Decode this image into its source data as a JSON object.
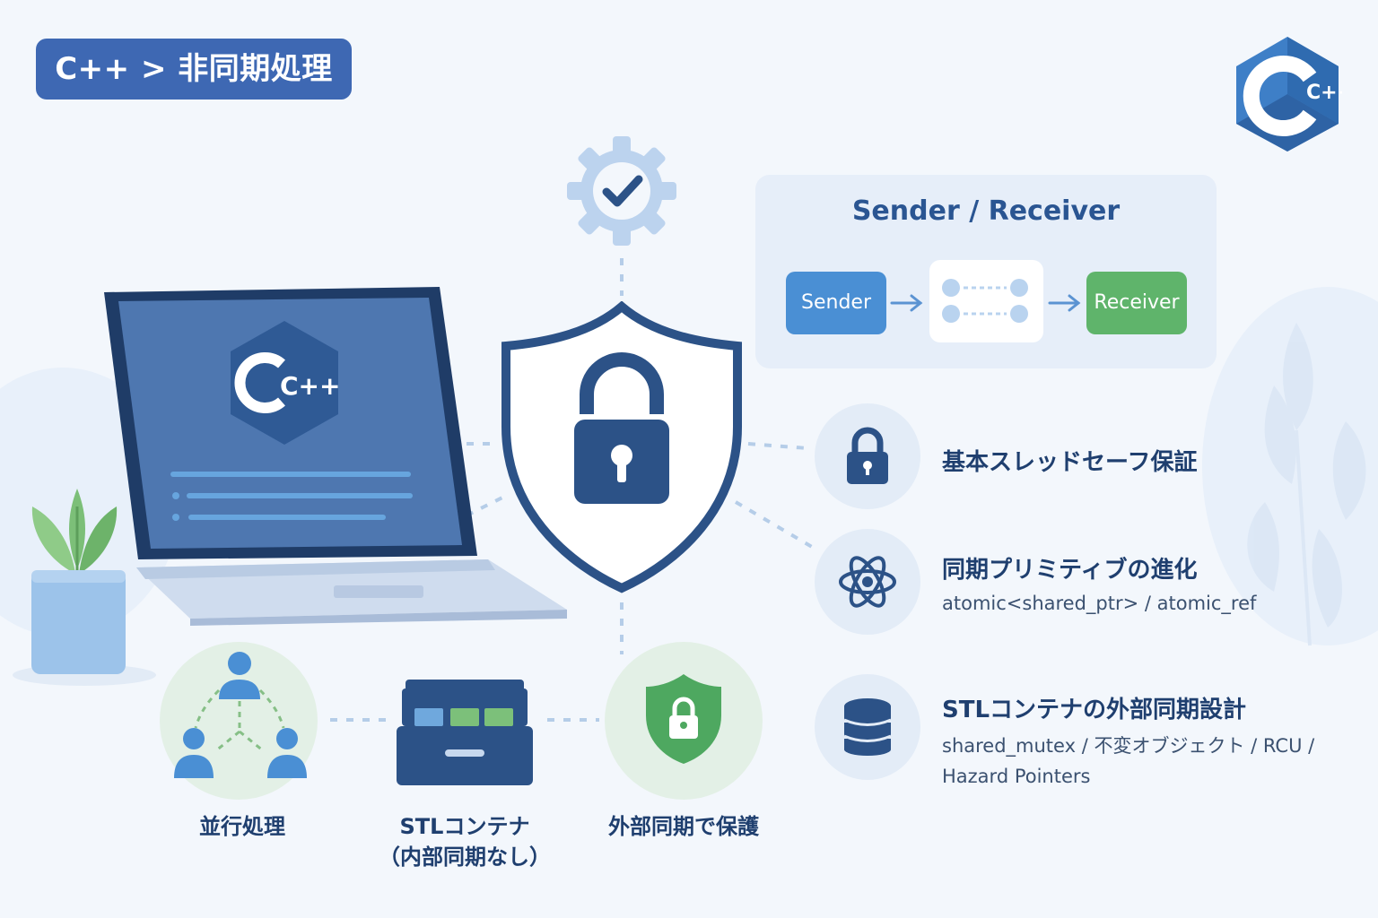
{
  "breadcrumb": "C++ > 非同期処理",
  "logo": {
    "text": "C++",
    "icon": "cpp-logo-hexagon"
  },
  "laptop": {
    "screen_logo": "C++"
  },
  "sender_receiver": {
    "title": "Sender / Receiver",
    "sender_label": "Sender",
    "receiver_label": "Receiver"
  },
  "features": [
    {
      "title": "基本スレッドセーフ保証",
      "subtitle": "",
      "icon": "lock-icon"
    },
    {
      "title": "同期プリミティブの進化",
      "subtitle": "atomic<shared_ptr> / atomic_ref",
      "icon": "atom-icon"
    },
    {
      "title": "STLコンテナの外部同期設計",
      "subtitle": "shared_mutex / 不変オブジェクト / RCU /",
      "subtitle2": "Hazard Pointers",
      "icon": "database-icon"
    }
  ],
  "bottom": [
    {
      "label": "並行処理",
      "icon": "people-network-icon"
    },
    {
      "label": "STLコンテナ",
      "label2": "（内部同期なし）",
      "icon": "drawer-box-icon"
    },
    {
      "label": "外部同期で保護",
      "icon": "shield-lock-icon"
    }
  ],
  "colors": {
    "background": "#f3f7fc",
    "primary": "#3e68b3",
    "navy": "#2c5287",
    "green": "#5fb46b",
    "light_blue": "#4a8fd4"
  }
}
